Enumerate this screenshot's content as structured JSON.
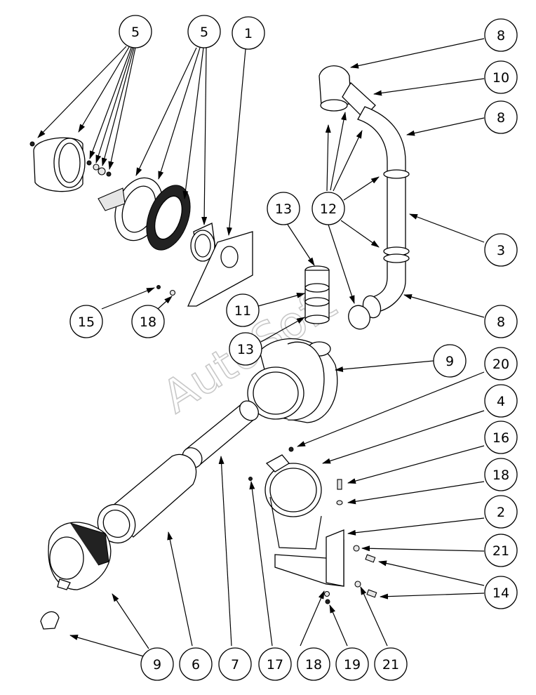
{
  "watermark": "AutoSoft",
  "callouts": [
    {
      "id": "c-5a",
      "number": "5"
    },
    {
      "id": "c-5b",
      "number": "5"
    },
    {
      "id": "c-1",
      "number": "1"
    },
    {
      "id": "c-8a",
      "number": "8"
    },
    {
      "id": "c-10",
      "number": "10"
    },
    {
      "id": "c-8b",
      "number": "8"
    },
    {
      "id": "c-13a",
      "number": "13"
    },
    {
      "id": "c-12",
      "number": "12"
    },
    {
      "id": "c-3",
      "number": "3"
    },
    {
      "id": "c-15",
      "number": "15"
    },
    {
      "id": "c-18a",
      "number": "18"
    },
    {
      "id": "c-11",
      "number": "11"
    },
    {
      "id": "c-8c",
      "number": "8"
    },
    {
      "id": "c-13b",
      "number": "13"
    },
    {
      "id": "c-9a",
      "number": "9"
    },
    {
      "id": "c-20",
      "number": "20"
    },
    {
      "id": "c-4",
      "number": "4"
    },
    {
      "id": "c-16",
      "number": "16"
    },
    {
      "id": "c-18b",
      "number": "18"
    },
    {
      "id": "c-2",
      "number": "2"
    },
    {
      "id": "c-21a",
      "number": "21"
    },
    {
      "id": "c-14",
      "number": "14"
    },
    {
      "id": "c-9b",
      "number": "9"
    },
    {
      "id": "c-6",
      "number": "6"
    },
    {
      "id": "c-7",
      "number": "7"
    },
    {
      "id": "c-17",
      "number": "17"
    },
    {
      "id": "c-18c",
      "number": "18"
    },
    {
      "id": "c-19",
      "number": "19"
    },
    {
      "id": "c-21b",
      "number": "21"
    }
  ]
}
